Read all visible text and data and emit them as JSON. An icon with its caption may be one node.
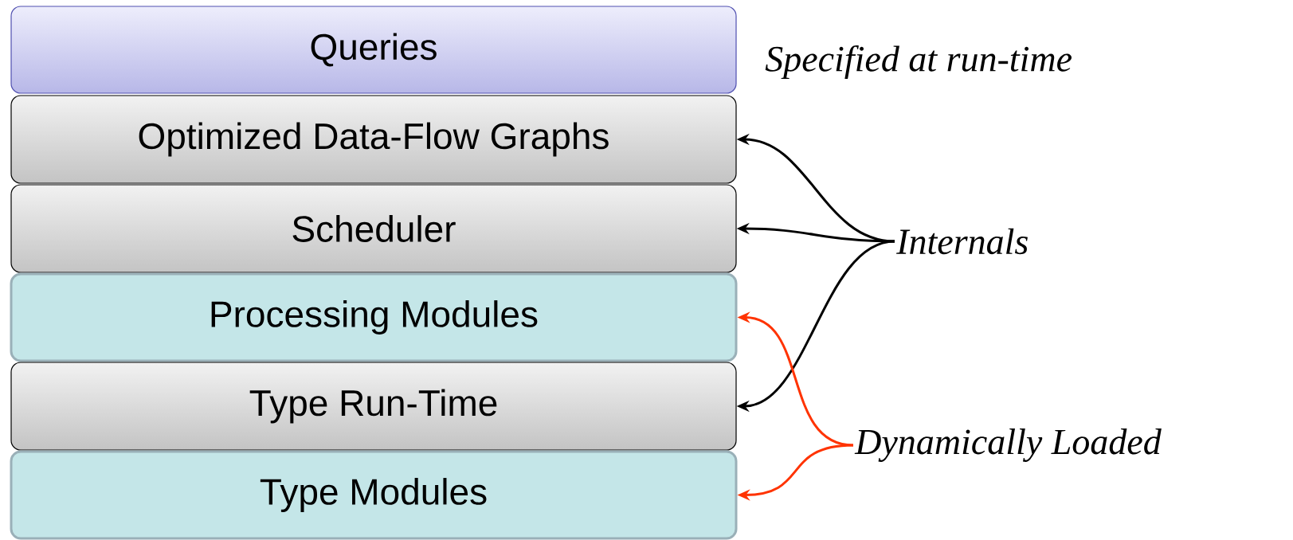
{
  "diagram": {
    "nodes": [
      {
        "text": [
          "Queries"
        ]
      },
      {
        "text": [
          "Optimized Data-Flow Graphs"
        ]
      },
      {
        "text": [
          "Scheduler"
        ]
      },
      {
        "text": [
          "Processing Modules"
        ]
      },
      {
        "text": [
          "Type Run-Time"
        ]
      },
      {
        "text": [
          "Type Modules"
        ]
      },
      {
        "text": [
          "Internals"
        ]
      },
      {
        "text": [
          "Dynamically Loaded"
        ]
      }
    ],
    "edges": [
      {
        "from": 6,
        "to": 1,
        "arrow": "to"
      },
      {
        "from": 6,
        "to": 2,
        "arrow": "to"
      },
      {
        "from": 6,
        "to": 4,
        "arrow": "to"
      },
      {
        "from": 7,
        "to": 3,
        "arrow": "to",
        "color": "#ff3300"
      },
      {
        "from": 7,
        "to": 5,
        "arrow": "to",
        "color": "#ff3300"
      }
    ],
    "labels": [
      "Specified at run-time"
    ]
  }
}
